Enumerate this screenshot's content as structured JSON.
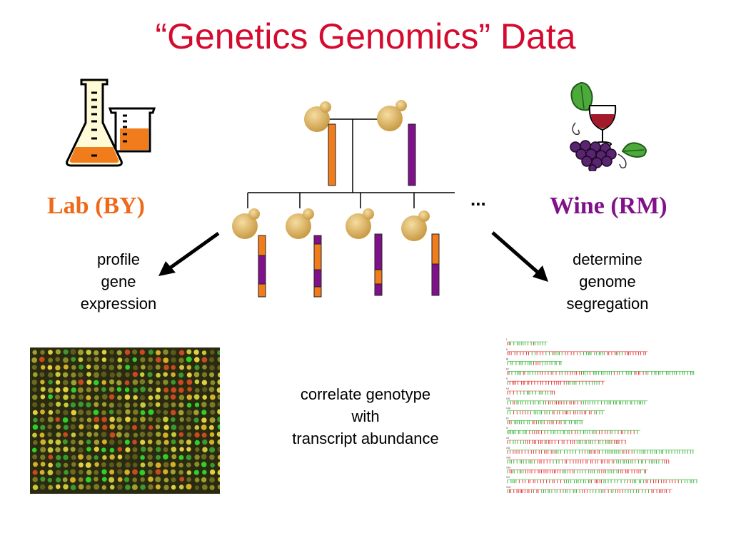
{
  "title": "“Genetics Genomics” Data",
  "lab_label": "Lab (BY)",
  "wine_label": "Wine (RM)",
  "ellipsis": "...",
  "left_caption": "profile\ngene\nexpression",
  "right_caption": "determine\ngenome\nsegregation",
  "center_caption": "correlate genotype\nwith\ntranscript abundance",
  "icons": {
    "lab": "beaker-flask-icon",
    "wine": "wine-grapes-icon",
    "parent_cell": "yeast-cell-icon",
    "arrow": "arrow-icon"
  },
  "colors": {
    "title": "#d40b2e",
    "lab": "#ee6a1a",
    "wine": "#80118a",
    "cell": "#e0b865",
    "microarray_bg": "#2a2a10"
  },
  "segregant_labels": [
    "I",
    "II",
    "III",
    "IV",
    "V",
    "VI",
    "VII",
    "VIII",
    "IX",
    "X",
    "XI",
    "XII",
    "XIII",
    "XIV",
    "XV",
    "XVI"
  ]
}
